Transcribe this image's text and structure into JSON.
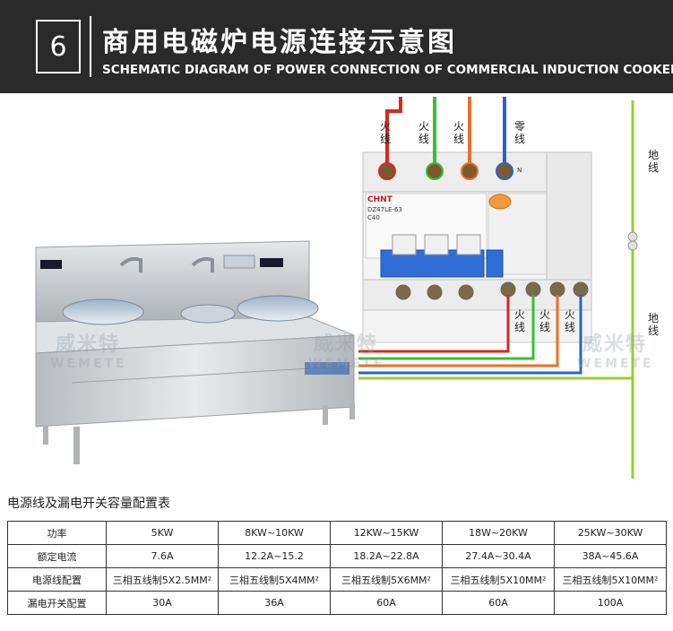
{
  "header": {
    "number": "6",
    "title_zh": "商用电磁炉电源连接示意图",
    "title_en": "SCHEMATIC DIAGRAM OF POWER CONNECTION OF COMMERCIAL INDUCTION COOKER"
  },
  "diagram": {
    "top_labels": [
      "火线",
      "火线",
      "火线",
      "零线"
    ],
    "ground_labels": [
      "地线",
      "地线"
    ],
    "bottom_labels": [
      "火线",
      "火线",
      "火线"
    ],
    "breaker": {
      "brand": "CHNT",
      "model": "DZ47LE-63",
      "rating": "C40",
      "terminal_letter": "N"
    },
    "watermark": {
      "zh": "威米特",
      "en": "WEMETE"
    },
    "wire_colors": {
      "red": "#d12a23",
      "green": "#3bbf36",
      "orange": "#e8702a",
      "blue": "#2b63c8",
      "ground": "#9acd2e"
    }
  },
  "table": {
    "title": "电源线及漏电开关容量配置表",
    "rows": [
      {
        "label": "功率",
        "values": [
          "5KW",
          "8KW~10KW",
          "12KW~15KW",
          "18W~20KW",
          "25KW~30KW"
        ]
      },
      {
        "label": "额定电流",
        "values": [
          "7.6A",
          "12.2A~15.2",
          "18.2A~22.8A",
          "27.4A~30.4A",
          "38A~45.6A"
        ]
      },
      {
        "label": "电源线配置",
        "values": [
          "三相五线制5X2.5MM²",
          "三相五线制5X4MM²",
          "三相五线制5X6MM²",
          "三相五线制5X10MM²",
          "三相五线制5X10MM²"
        ]
      },
      {
        "label": "漏电开关配置",
        "values": [
          "30A",
          "36A",
          "60A",
          "60A",
          "100A"
        ]
      }
    ]
  }
}
